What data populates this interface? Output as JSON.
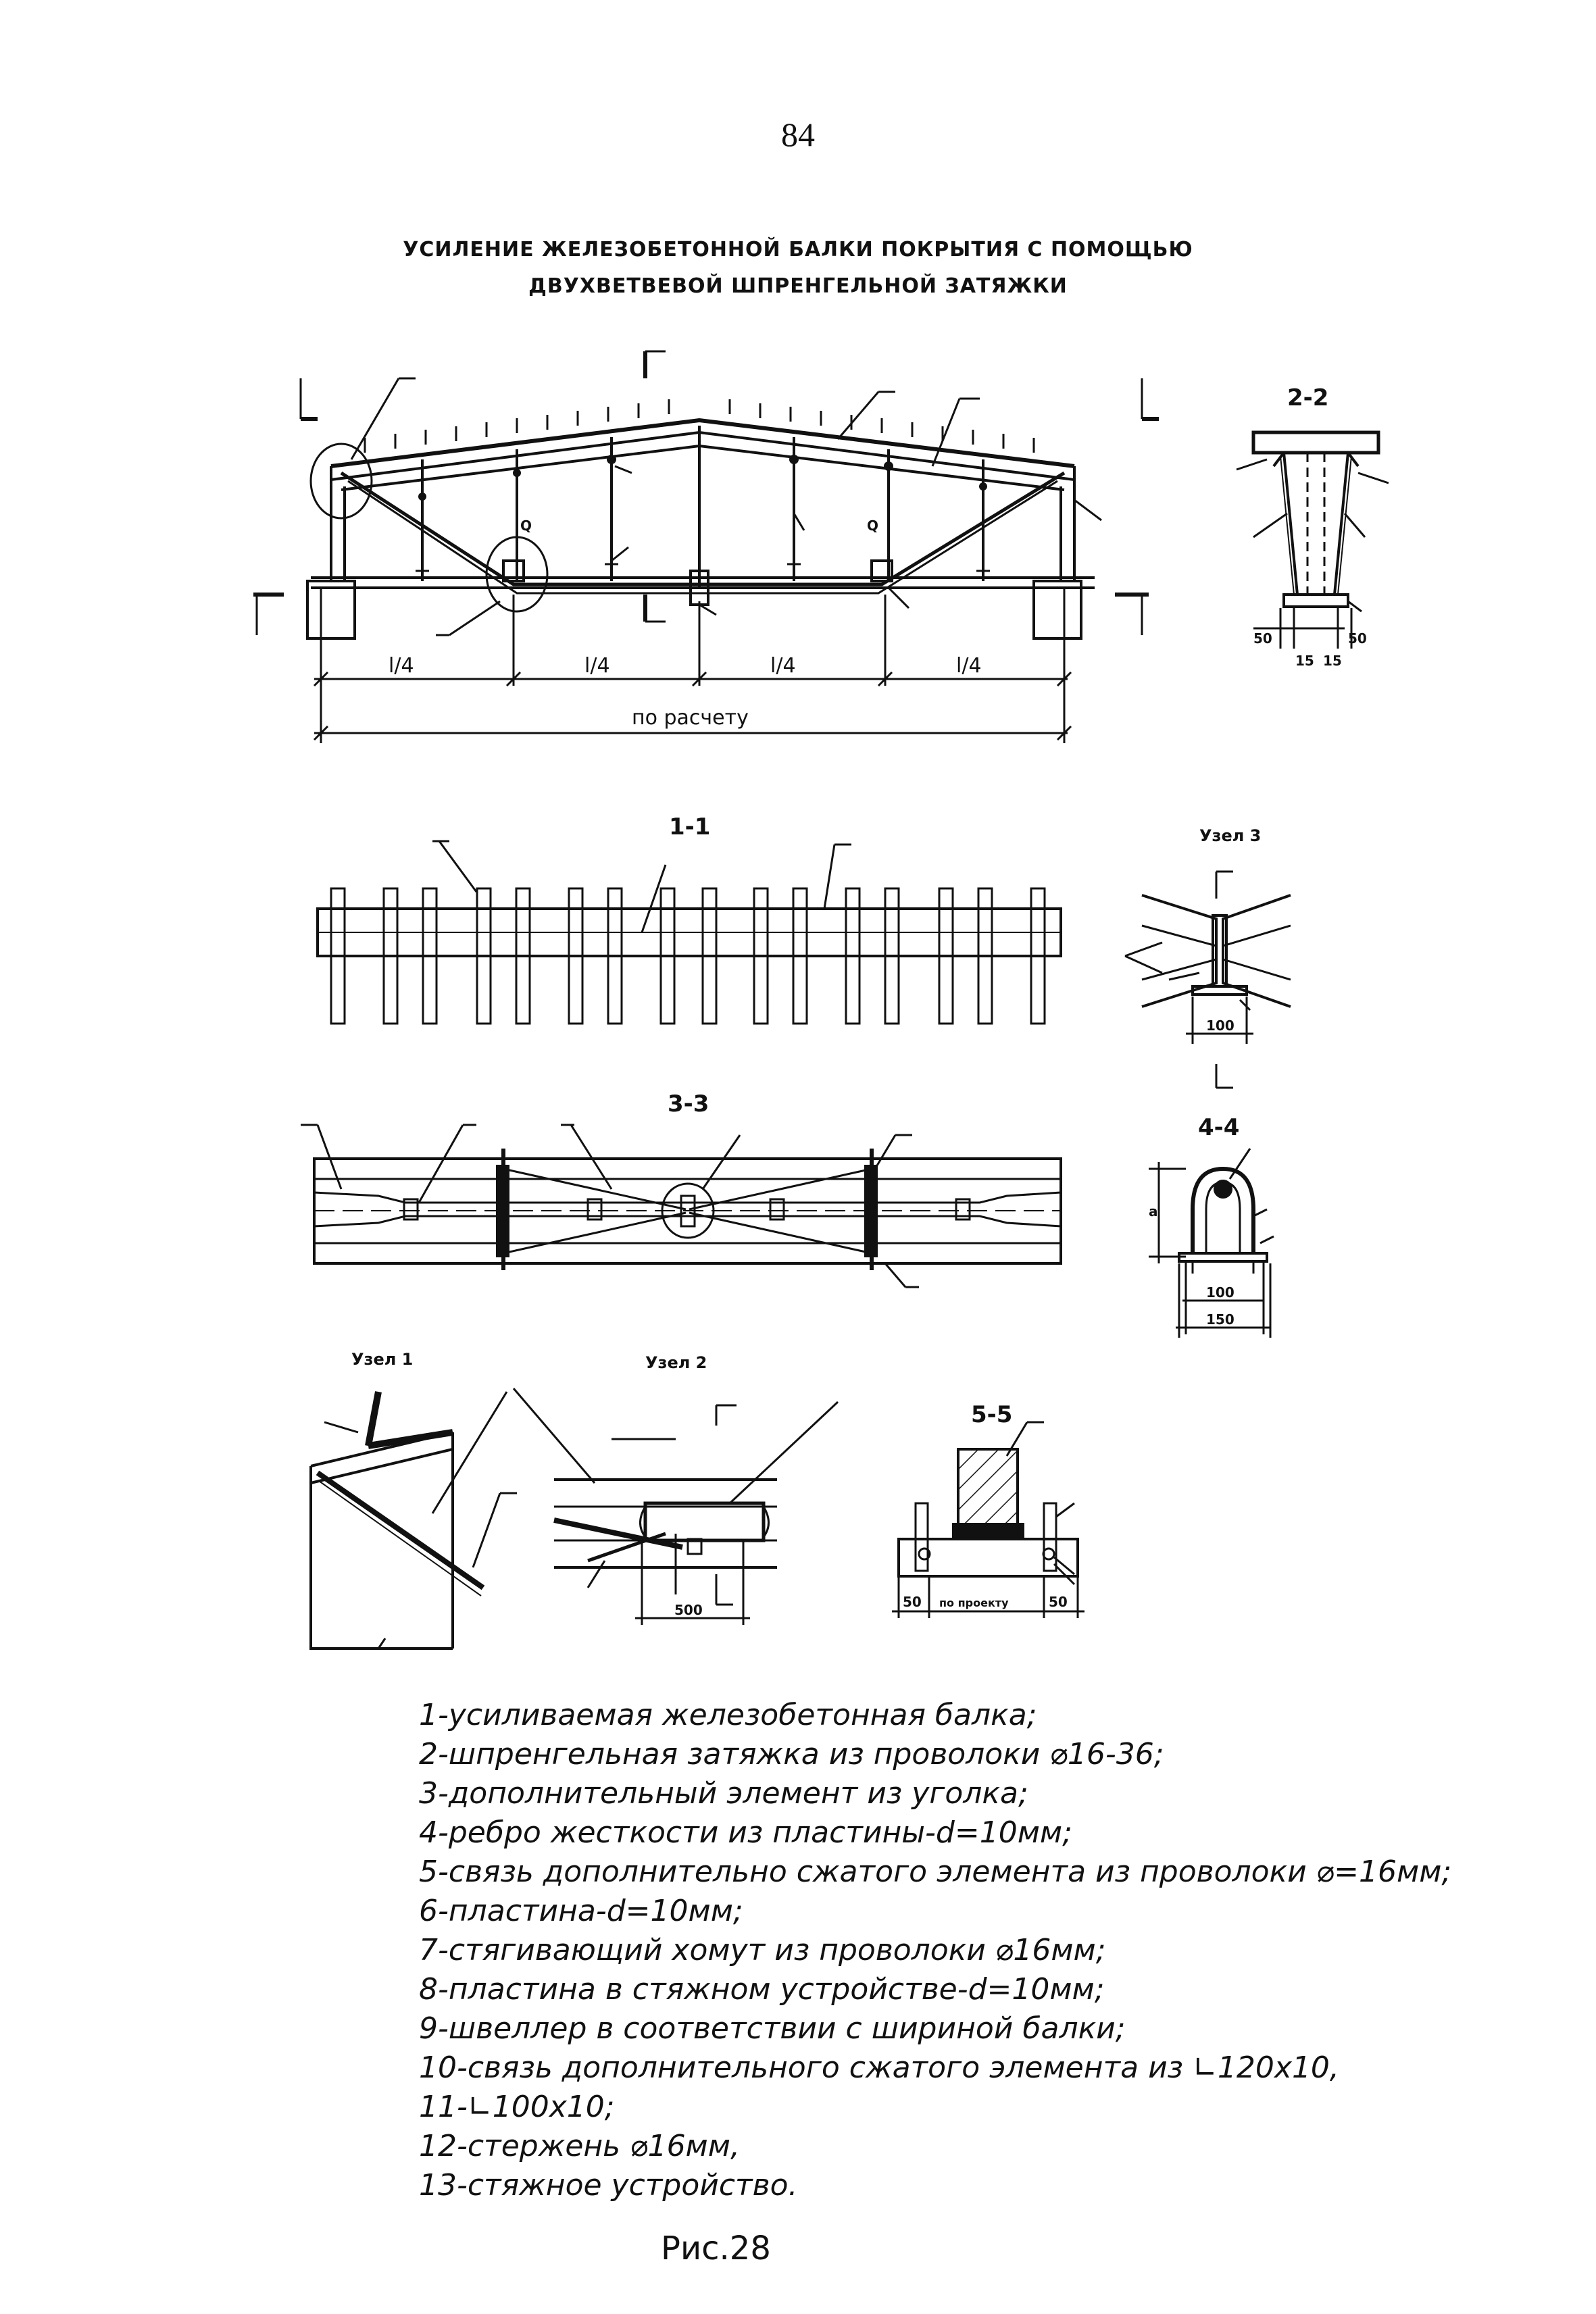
{
  "page_number": "84",
  "title_line1": "УСИЛЕНИЕ ЖЕЛЕЗОБЕТОННОЙ БАЛКИ ПОКРЫТИЯ С ПОМОЩЬЮ",
  "title_line2": "ДВУХВЕТВЕВОЙ ШПРЕНГЕЛЬНОЙ ЗАТЯЖКИ",
  "elevation": {
    "dim_quarter": "l/4",
    "dim_total": "по расчету",
    "q_label": "Q"
  },
  "sections": {
    "s22": "2-2",
    "s11": "1-1",
    "s33": "3-3",
    "s44": "4-4",
    "s55": "5-5",
    "node1": "Узел 1",
    "node2": "Узел 2",
    "node3": "Узел 3"
  },
  "dims": {
    "d50": "50",
    "d15": "15",
    "d100": "100",
    "d150": "150",
    "d500": "500",
    "d_proj": "по проекту",
    "d_a": "a"
  },
  "legend": [
    "1-усиливаемая железобетонная балка;",
    "2-шпренгельная затяжка из проволоки ⌀16-36;",
    "3-дополнительный элемент из уголка;",
    "4-ребро жесткости из пластины-d=10мм;",
    "5-связь дополнительно сжатого элемента из проволоки ⌀=16мм;",
    "6-пластина-d=10мм;",
    "7-стягивающий хомут из проволоки ⌀16мм;",
    "8-пластина в стяжном устройстве-d=10мм;",
    "9-швеллер в соответствии с шириной балки;",
    "10-связь дополнительного сжатого элемента из ∟120х10,",
    "11-∟100х10;",
    "12-стержень ⌀16мм,",
    "13-стяжное устройство."
  ],
  "caption": "Рис.28"
}
